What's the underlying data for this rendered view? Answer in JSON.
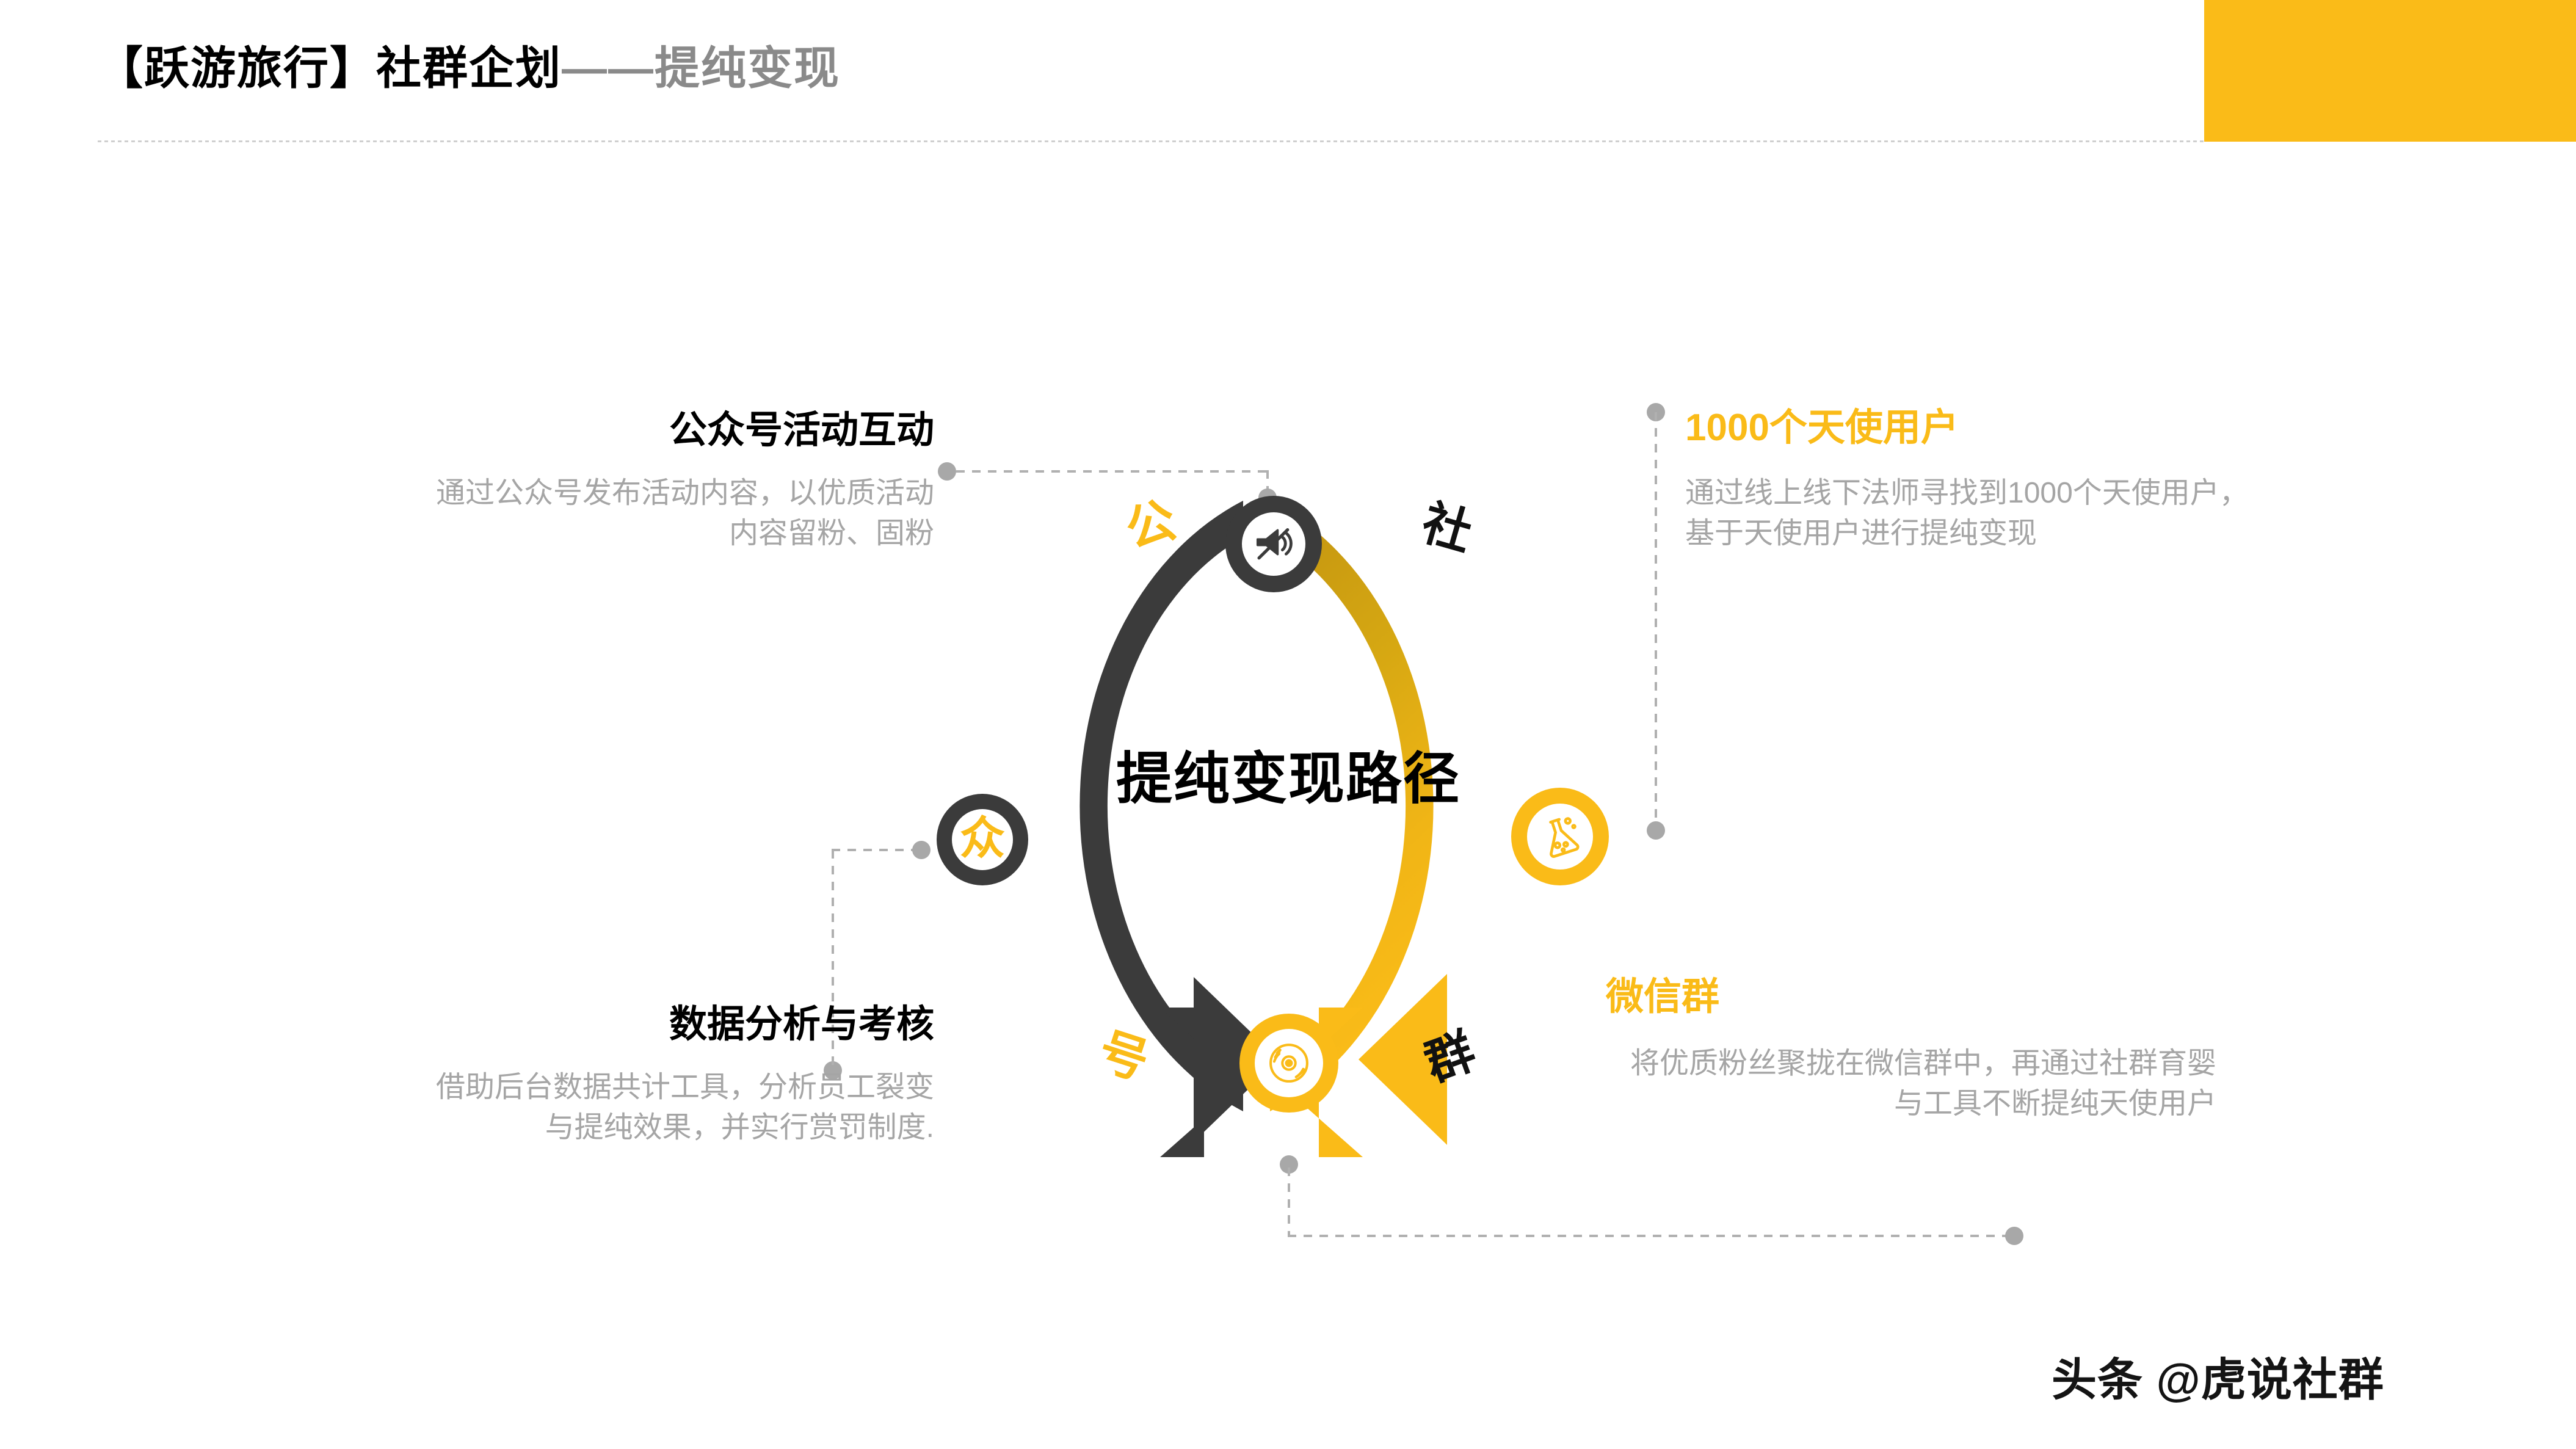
{
  "header": {
    "title_dark": "【跃游旅行】社群企划",
    "title_grey": "——提纯变现",
    "accent_color": "#FABB18"
  },
  "diagram": {
    "center_title": "提纯变现路径",
    "arc_labels": {
      "top_left": "公",
      "top_right": "社",
      "bottom_right": "群",
      "bottom_left": "号"
    },
    "nodes": [
      {
        "id": "speaker",
        "icon": "megaphone-icon",
        "color": "#3B3B3B"
      },
      {
        "id": "zhong",
        "icon": "zhong-char-icon",
        "char": "众",
        "color": "#3B3B3B",
        "char_color": "#FABB18"
      },
      {
        "id": "flask",
        "icon": "flask-icon",
        "color": "#FABB18"
      },
      {
        "id": "disc",
        "icon": "disc-icon",
        "color": "#FABB18"
      }
    ],
    "arc_colors": {
      "dark": "#3B3B3B",
      "gold_top": "#C99A13",
      "gold_bottom": "#FABB18"
    }
  },
  "callouts": {
    "top_left": {
      "heading": "公众号活动互动",
      "body": "通过公众号发布活动内容，以优质活动内容留粉、固粉"
    },
    "top_right": {
      "heading": "1000个天使用户",
      "body": "通过线上线下法师寻找到1000个天使用户，基于天使用户进行提纯变现"
    },
    "bottom_left": {
      "heading": "数据分析与考核",
      "body": "借助后台数据共计工具，分析员工裂变与提纯效果，并实行赏罚制度."
    },
    "bottom_right": {
      "heading": "微信群",
      "body": "将优质粉丝聚拢在微信群中，再通过社群育婴与工具不断提纯天使用户"
    }
  },
  "watermark": {
    "text": "头条 @虎说社群"
  }
}
